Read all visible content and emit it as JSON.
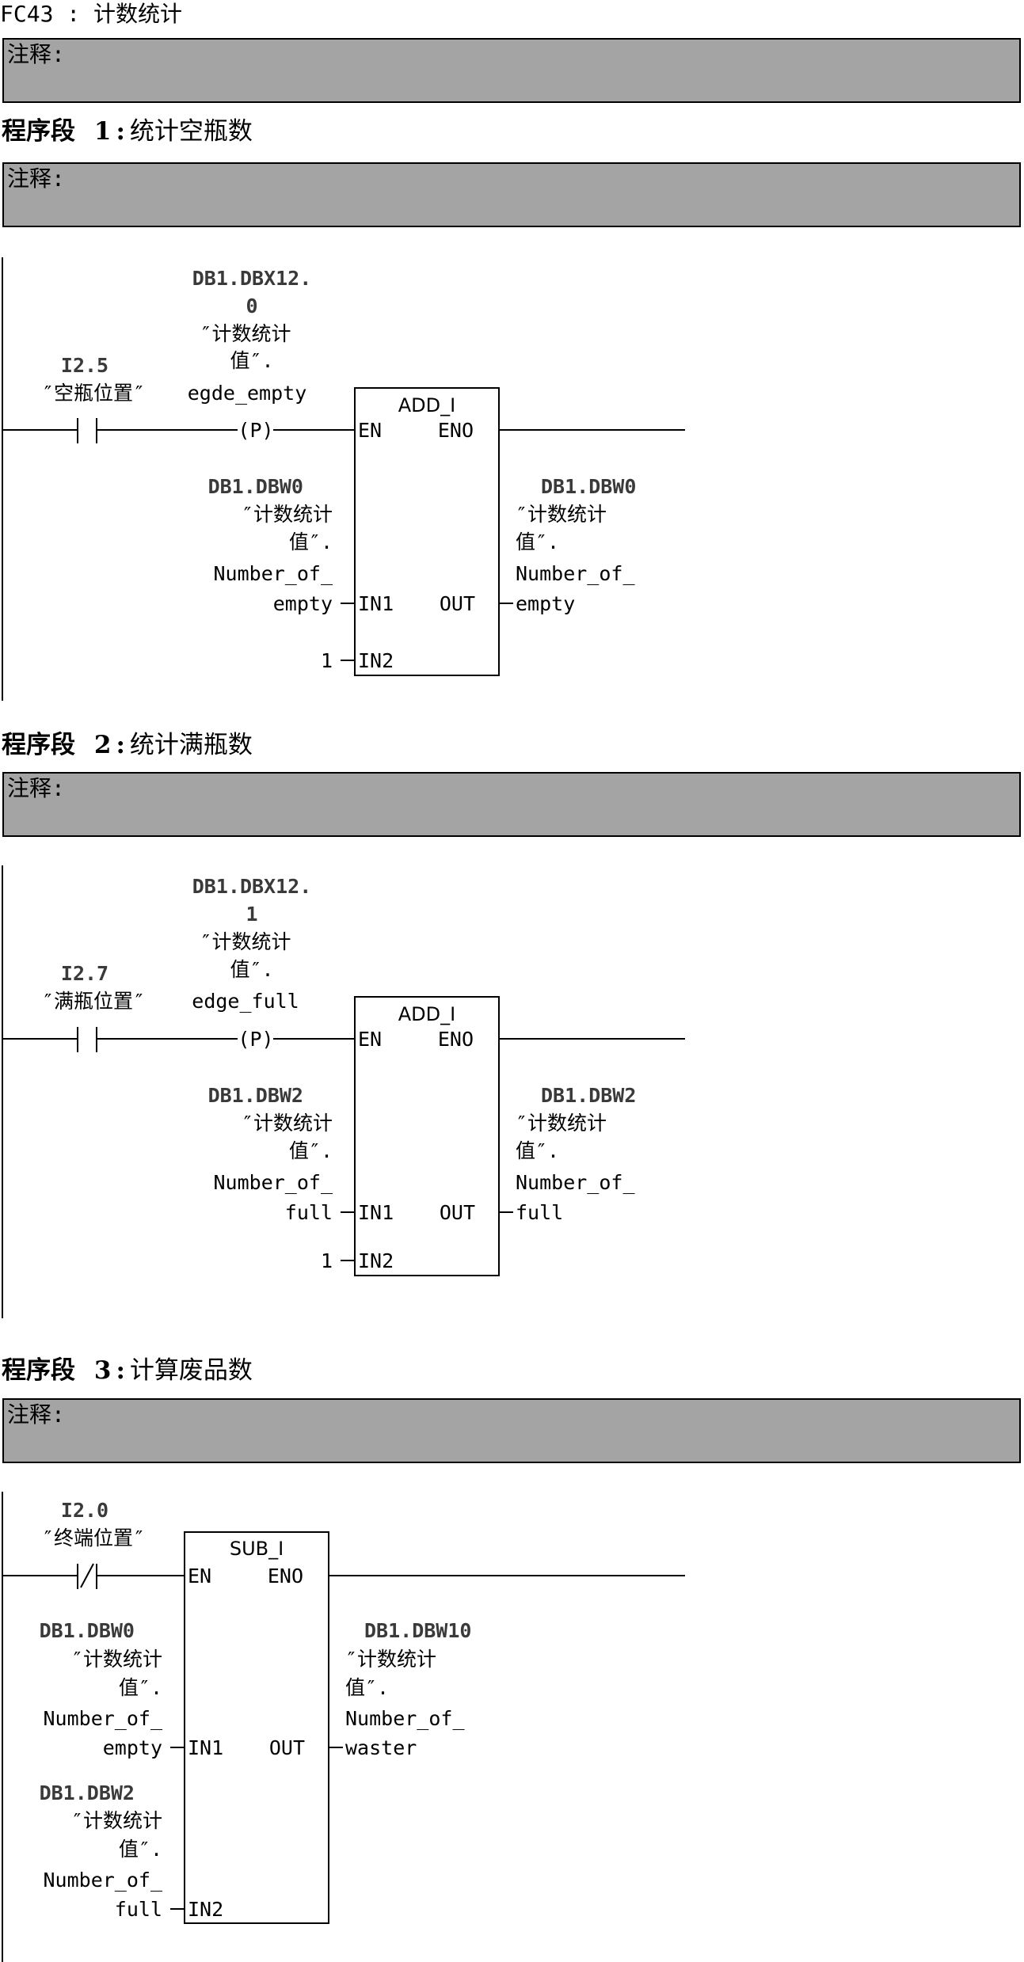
{
  "block_title": "FC43 : 计数统计",
  "block_comment_label": "注释:",
  "networks": [
    {
      "label": "程序段",
      "number": "1",
      "colon": ":",
      "desc": "统计空瓶数",
      "comment_label": "注释:",
      "contact": {
        "type": "NO",
        "address": "I2.5",
        "symbol": "″空瓶位置″"
      },
      "edge": {
        "type": "P",
        "coil_text": "(P)",
        "addr_line1": "DB1.DBX12.",
        "addr_line2": "0",
        "sym_line1": "″计数统计",
        "sym_line2": "值″.",
        "sym_line3": "egde_empty"
      },
      "box": {
        "title": "ADD_I",
        "en": "EN",
        "eno": "ENO",
        "in1": "IN1",
        "in2": "IN2",
        "out": "OUT",
        "in1_addr": "DB1.DBW0",
        "in1_sym1": "″计数统计",
        "in1_sym2": "值″.",
        "in1_sym3": "Number_of_",
        "in1_sym4": "empty",
        "in2_value": "1",
        "out_addr": "DB1.DBW0",
        "out_sym1": "″计数统计",
        "out_sym2": "值″.",
        "out_sym3": "Number_of_",
        "out_sym4": "empty"
      }
    },
    {
      "label": "程序段",
      "number": "2",
      "colon": ":",
      "desc": "统计满瓶数",
      "comment_label": "注释:",
      "contact": {
        "type": "NO",
        "address": "I2.7",
        "symbol": "″满瓶位置″"
      },
      "edge": {
        "type": "P",
        "coil_text": "(P)",
        "addr_line1": "DB1.DBX12.",
        "addr_line2": "1",
        "sym_line1": "″计数统计",
        "sym_line2": "值″.",
        "sym_line3": "edge_full"
      },
      "box": {
        "title": "ADD_I",
        "en": "EN",
        "eno": "ENO",
        "in1": "IN1",
        "in2": "IN2",
        "out": "OUT",
        "in1_addr": "DB1.DBW2",
        "in1_sym1": "″计数统计",
        "in1_sym2": "值″.",
        "in1_sym3": "Number_of_",
        "in1_sym4": "full",
        "in2_value": "1",
        "out_addr": "DB1.DBW2",
        "out_sym1": "″计数统计",
        "out_sym2": "值″.",
        "out_sym3": "Number_of_",
        "out_sym4": "full"
      }
    },
    {
      "label": "程序段",
      "number": "3",
      "colon": ":",
      "desc": "计算废品数",
      "comment_label": "注释:",
      "contact": {
        "type": "NC",
        "address": "I2.0",
        "symbol": "″终端位置″"
      },
      "box": {
        "title": "SUB_I",
        "en": "EN",
        "eno": "ENO",
        "in1": "IN1",
        "in2": "IN2",
        "out": "OUT",
        "in1_addr": "DB1.DBW0",
        "in1_sym1": "″计数统计",
        "in1_sym2": "值″.",
        "in1_sym3": "Number_of_",
        "in1_sym4": "empty",
        "in2_addr": "DB1.DBW2",
        "in2_sym1": "″计数统计",
        "in2_sym2": "值″.",
        "in2_sym3": "Number_of_",
        "in2_sym4": "full",
        "out_addr": "DB1.DBW10",
        "out_sym1": "″计数统计",
        "out_sym2": "值″.",
        "out_sym3": "Number_of_",
        "out_sym4": "waster"
      }
    }
  ]
}
